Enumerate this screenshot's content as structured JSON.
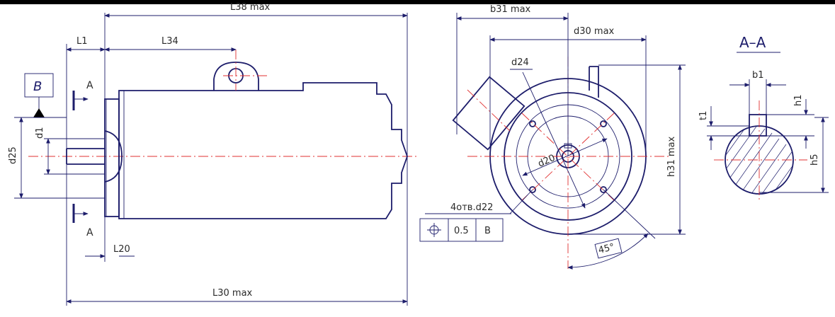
{
  "colors": {
    "line": "#1d1d6b",
    "centerline": "#e03030",
    "text": "#2a2a2a"
  },
  "side_view": {
    "L38": "L38 max",
    "L1": "L1",
    "L34": "L34",
    "L20": "L20",
    "L30": "L30 max",
    "d25": "d25",
    "d1": "d1",
    "datum_B": "B",
    "section_top": "A",
    "section_bottom": "A"
  },
  "front_view": {
    "b31": "b31 max",
    "d30": "d30 max",
    "d24": "d24",
    "d20": "d20",
    "h31": "h31 max",
    "holes": "4отв.d22",
    "angle": "45°",
    "tolerance": {
      "symbol": "position-icon",
      "value": "0.5",
      "datum": "B"
    }
  },
  "section_view": {
    "title": "A–A",
    "b1": "b1",
    "h1": "h1",
    "t1": "t1",
    "h5": "h5"
  }
}
